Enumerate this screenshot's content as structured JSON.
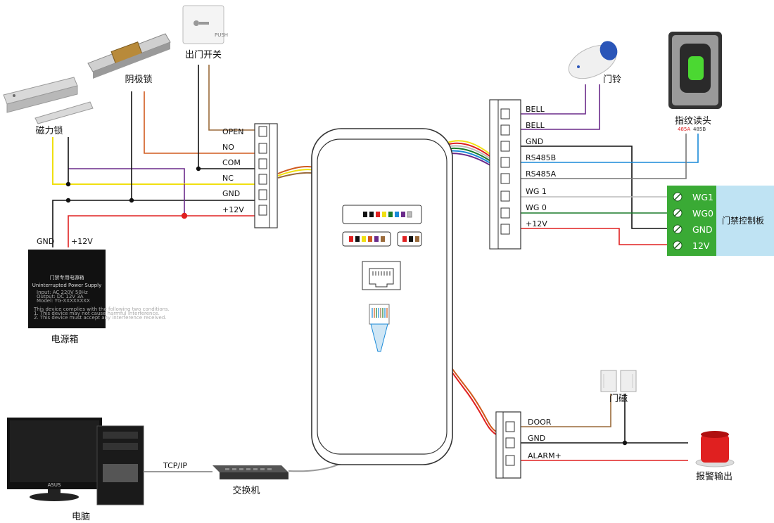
{
  "colors": {
    "red": "#e02020",
    "orange": "#d05a1e",
    "brown": "#9a6a3a",
    "purple": "#6a2a8a",
    "yellow": "#f0e010",
    "blue": "#1a8ad8",
    "green": "#1a7a2a",
    "gray": "#bbbbbb",
    "black": "#111111",
    "terminal_green": "#3aaa35",
    "panel_blue": "#bfe3f3"
  },
  "devices": {
    "maglock": "磁力锁",
    "strike_lock": "阴极锁",
    "exit_switch": "出门开关",
    "power_box": "电源箱",
    "doorbell": "门铃",
    "fingerprint": "指纹读头",
    "controller": "门禁控制板",
    "door_sensor": "门磁",
    "alarm": "报警输出",
    "switch": "交换机",
    "pc": "电脑"
  },
  "power_box": {
    "gnd": "GND",
    "v12": "+12V",
    "title": "门禁专用电源箱",
    "subtitle": "Uninterrupted Power Supply",
    "line1": "Input: AC 220V 50Hz",
    "line2": "Output: DC 12V 3A",
    "line3": "Model: YG-XXXXXXXX",
    "fine1": "This device complies with the following two conditions.",
    "fine2": "1. This device may not cause harmful interference.",
    "fine3": "2. This device must accept any interference received."
  },
  "exit_switch_text": "PUSH",
  "left_terminal": [
    "OPEN",
    "NO",
    "COM",
    "NC",
    "GND",
    "+12V"
  ],
  "right_terminal": [
    "BELL",
    "BELL",
    "GND",
    "RS485B",
    "RS485A",
    "WG 1",
    "WG 0",
    "+12V"
  ],
  "bottom_terminal": [
    "DOOR",
    "GND",
    "ALARM+"
  ],
  "fingerprint_pins": [
    "485A",
    "485B"
  ],
  "controller_terminals": [
    "WG1",
    "WG0",
    "GND",
    "12V"
  ],
  "network": "TCP/IP",
  "monitor_brand": "ASUS"
}
